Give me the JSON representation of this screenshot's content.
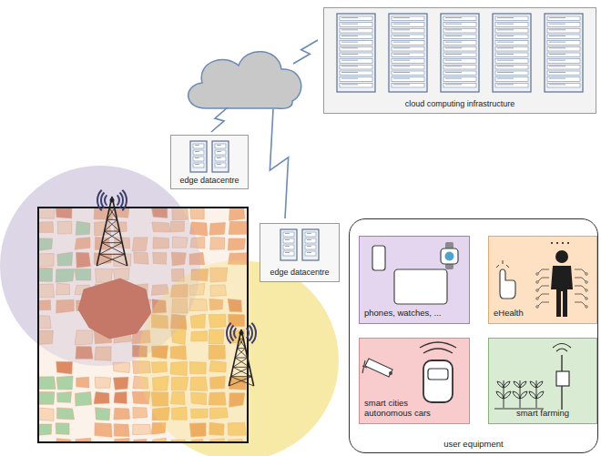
{
  "diagram": {
    "nodes": [
      {
        "text": [
          "cloud computing infrastructure"
        ]
      },
      {
        "text": [
          "edge datacentre"
        ]
      },
      {
        "text": [
          "edge datacentre"
        ]
      },
      {
        "text": [
          "user equipment"
        ]
      },
      {
        "text": [
          "phones, watches, ..."
        ],
        "in": 3
      },
      {
        "text": [
          "eHealth"
        ],
        "in": 3
      },
      {
        "text": [
          "smart cities autonomous cars"
        ],
        "in": 3
      },
      {
        "text": [
          "smart farming"
        ],
        "in": 3
      }
    ]
  }
}
